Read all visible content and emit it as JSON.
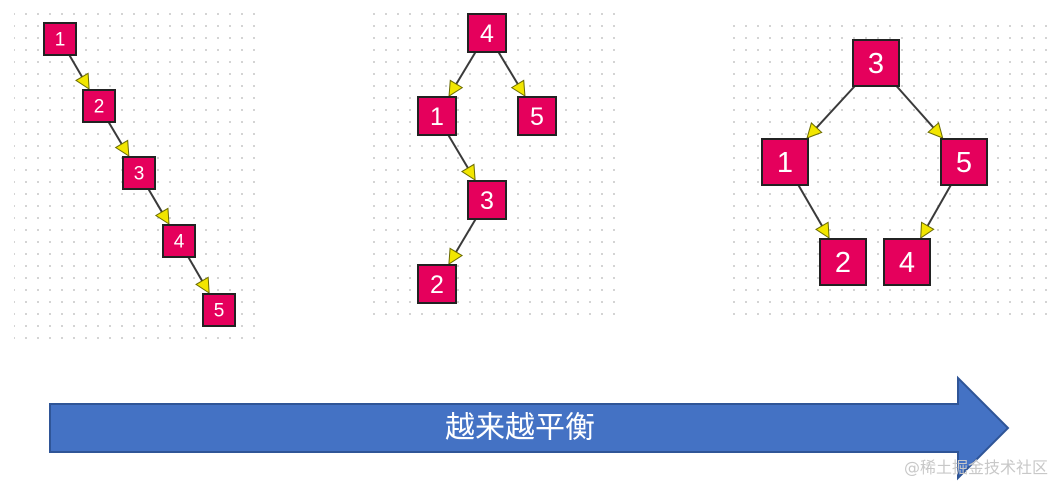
{
  "colors": {
    "node_fill": "#e5005c",
    "arrowhead_fill": "#f2e600",
    "banner_fill": "#4472c4",
    "banner_stroke": "#2f5597",
    "grid_dot": "#c6c6c6"
  },
  "trees": [
    {
      "id": "tree-a",
      "nodes": [
        {
          "id": "n1",
          "label": "1"
        },
        {
          "id": "n2",
          "label": "2"
        },
        {
          "id": "n3",
          "label": "3"
        },
        {
          "id": "n4",
          "label": "4"
        },
        {
          "id": "n5",
          "label": "5"
        }
      ],
      "edges": [
        [
          "n1",
          "n2"
        ],
        [
          "n2",
          "n3"
        ],
        [
          "n3",
          "n4"
        ],
        [
          "n4",
          "n5"
        ]
      ]
    },
    {
      "id": "tree-b",
      "nodes": [
        {
          "id": "n4",
          "label": "4"
        },
        {
          "id": "n1",
          "label": "1"
        },
        {
          "id": "n5",
          "label": "5"
        },
        {
          "id": "n3",
          "label": "3"
        },
        {
          "id": "n2",
          "label": "2"
        }
      ],
      "edges": [
        [
          "n4",
          "n1"
        ],
        [
          "n4",
          "n5"
        ],
        [
          "n1",
          "n3"
        ],
        [
          "n3",
          "n2"
        ]
      ]
    },
    {
      "id": "tree-c",
      "nodes": [
        {
          "id": "n3",
          "label": "3"
        },
        {
          "id": "n1",
          "label": "1"
        },
        {
          "id": "n5",
          "label": "5"
        },
        {
          "id": "n2",
          "label": "2"
        },
        {
          "id": "n4",
          "label": "4"
        }
      ],
      "edges": [
        [
          "n3",
          "n1"
        ],
        [
          "n3",
          "n5"
        ],
        [
          "n1",
          "n2"
        ],
        [
          "n5",
          "n4"
        ]
      ]
    }
  ],
  "banner": {
    "label": "越来越平衡"
  },
  "watermark": "@稀土掘金技术社区"
}
